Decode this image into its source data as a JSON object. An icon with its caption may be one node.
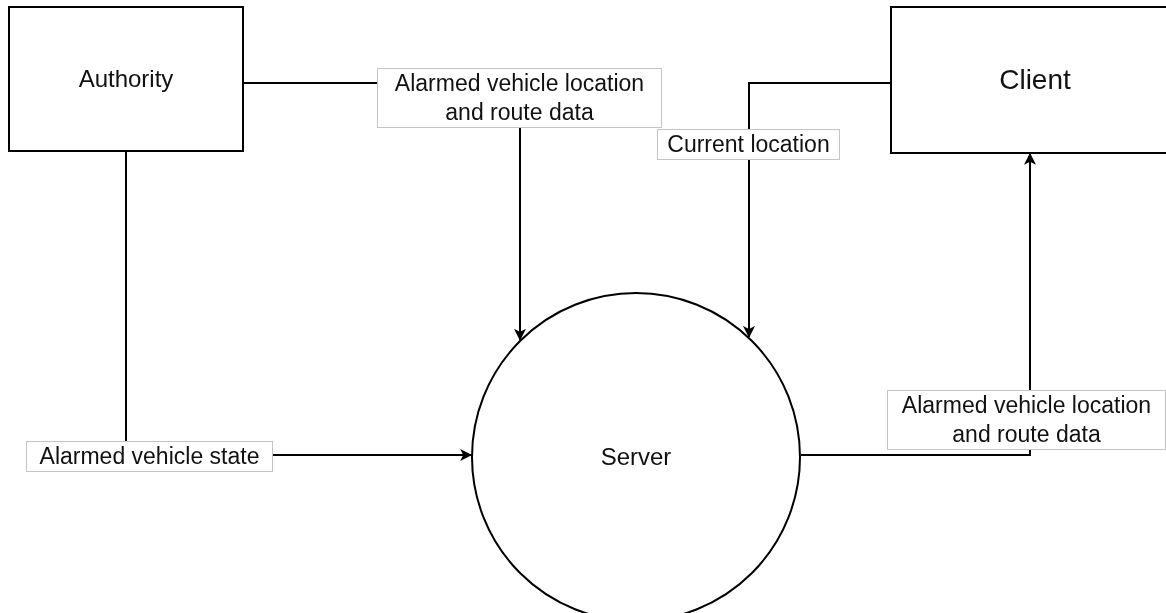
{
  "diagram": {
    "nodes": [
      {
        "text": [
          "Authority"
        ]
      },
      {
        "text": [
          "Client"
        ]
      },
      {
        "text": [
          "Server"
        ]
      }
    ],
    "edges": [
      {
        "from": 0,
        "to": 2,
        "arrow": "to",
        "label": "Alarmed vehicle location and route data"
      },
      {
        "from": 1,
        "to": 2,
        "arrow": "to",
        "label": "Current location"
      },
      {
        "from": 0,
        "to": 2,
        "arrow": "to",
        "label": "Alarmed vehicle state"
      },
      {
        "from": 2,
        "to": 1,
        "arrow": "to",
        "label": "Alarmed vehicle location and route data"
      }
    ]
  }
}
